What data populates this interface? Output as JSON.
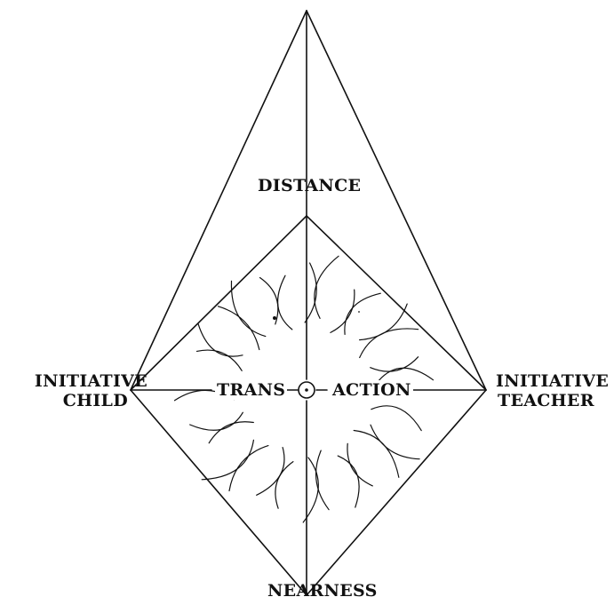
{
  "labels": {
    "top": "DISTANCE",
    "bottom": "NEARNESS",
    "left_line1": "INITIATIVE",
    "left_line2": "CHILD",
    "right_line1": "INITIATIVE",
    "right_line2": "TEACHER"
  },
  "center": {
    "left_word": "TRANS",
    "right_word": "ACTION"
  },
  "colors": {
    "ink": "#111111",
    "background": "#ffffff"
  }
}
